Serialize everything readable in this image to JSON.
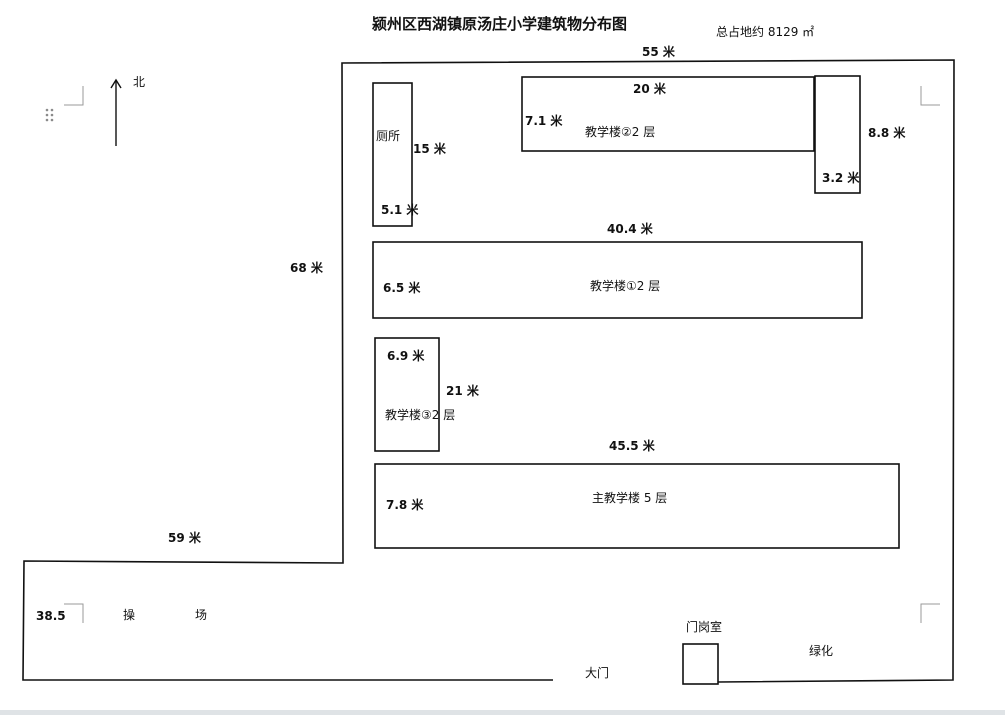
{
  "title": "颍州区西湖镇原汤庄小学建筑物分布图",
  "total_area": "总占地约 8129 ㎡",
  "north": "北",
  "dimensions": {
    "top_width": "55 米",
    "west_upper_height": "68 米",
    "playground_width": "59 米",
    "playground_height": "38.5"
  },
  "buildings": {
    "toilet": {
      "name": "厕所",
      "length": "15 米",
      "width": "5.1 米"
    },
    "teaching2": {
      "name": "教学楼②2 层",
      "length": "20 米",
      "width": "7.1 米"
    },
    "annex": {
      "length": "8.8 米",
      "width": "3.2 米"
    },
    "teaching1": {
      "name": "教学楼①2 层",
      "length": "40.4 米",
      "width": "6.5 米"
    },
    "teaching3": {
      "name": "教学楼③2 层",
      "length": "21 米",
      "width": "6.9 米"
    },
    "main": {
      "name": "主教学楼 5 层",
      "length": "45.5 米",
      "width": "7.8 米"
    },
    "gatehouse": {
      "name": "门岗室"
    }
  },
  "areas": {
    "playground_char1": "操",
    "playground_char2": "场",
    "gate": "大门",
    "greenery": "绿化"
  }
}
